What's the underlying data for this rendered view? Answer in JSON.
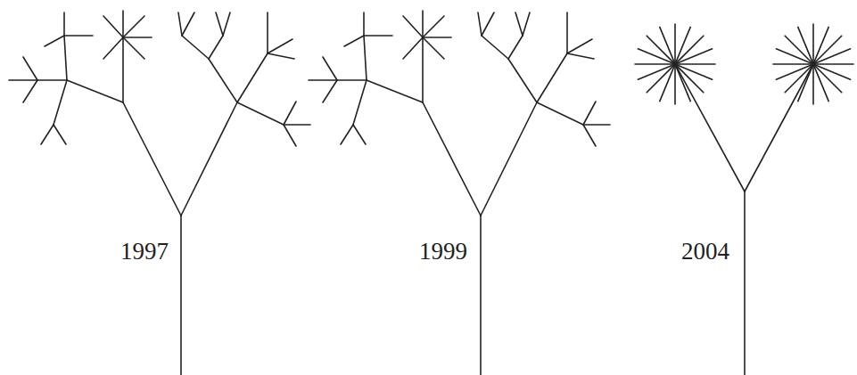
{
  "diagram": {
    "labels": [
      "1997",
      "1999",
      "2004"
    ]
  }
}
